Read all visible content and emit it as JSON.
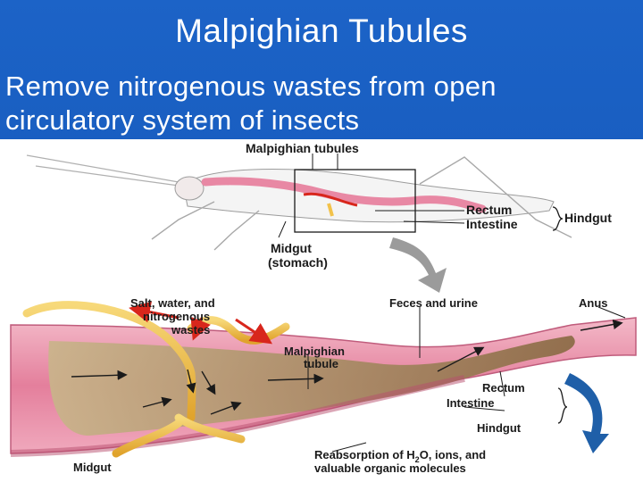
{
  "slide": {
    "title": "Malpighian Tubules",
    "subtitle": "Remove  nitrogenous wastes from open circulatory system of insects"
  },
  "top_diagram": {
    "malpighian_tubules": "Malpighian tubules",
    "rectum": "Rectum",
    "intestine": "Intestine",
    "hindgut": "Hindgut",
    "midgut": "Midgut",
    "stomach": "(stomach)"
  },
  "bottom_diagram": {
    "salt_line1": "Salt, water, and",
    "salt_line2": "nitrogenous",
    "salt_line3": "wastes",
    "feces": "Feces and urine",
    "anus": "Anus",
    "tubule_line1": "Malpighian",
    "tubule_line2": "tubule",
    "rectum": "Rectum",
    "intestine": "Intestine",
    "hindgut": "Hindgut",
    "reabs_line1": "Reabsorption of H",
    "reabs_sub": "2",
    "reabs_rest": "O, ions, and",
    "reabs_line2": "valuable organic molecules",
    "midgut": "Midgut"
  },
  "colors": {
    "background": "#175bbd",
    "title_text": "#ffffff",
    "gut_pink": "#e88aa6",
    "tubule_yellow": "#f2c24a",
    "arrow_red": "#d8261c",
    "arrow_blue": "#1f5fa8"
  }
}
